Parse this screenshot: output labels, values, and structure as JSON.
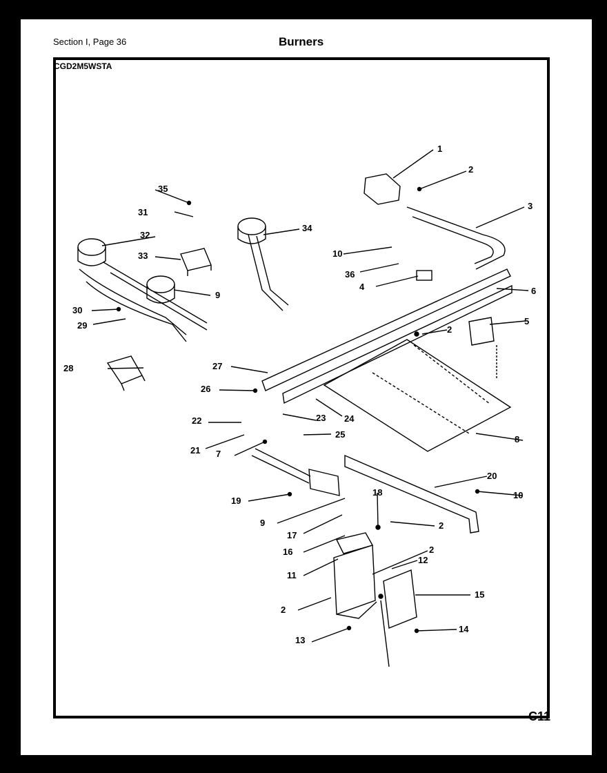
{
  "header": {
    "section": "Section I, Page 36",
    "title": "Burners"
  },
  "model": "CGD2M5WSTA",
  "page_id": "C11",
  "callouts": [
    "1",
    "2",
    "3",
    "34",
    "35",
    "31",
    "32",
    "33",
    "9",
    "10",
    "36",
    "4",
    "6",
    "5",
    "2",
    "30",
    "29",
    "28",
    "27",
    "26",
    "23",
    "24",
    "22",
    "25",
    "21",
    "7",
    "8",
    "20",
    "19",
    "10",
    "18",
    "9",
    "2",
    "17",
    "16",
    "11",
    "2",
    "12",
    "15",
    "2",
    "14",
    "13"
  ],
  "colors": {
    "background": "#000000",
    "sheet": "#ffffff",
    "ink": "#000000"
  }
}
